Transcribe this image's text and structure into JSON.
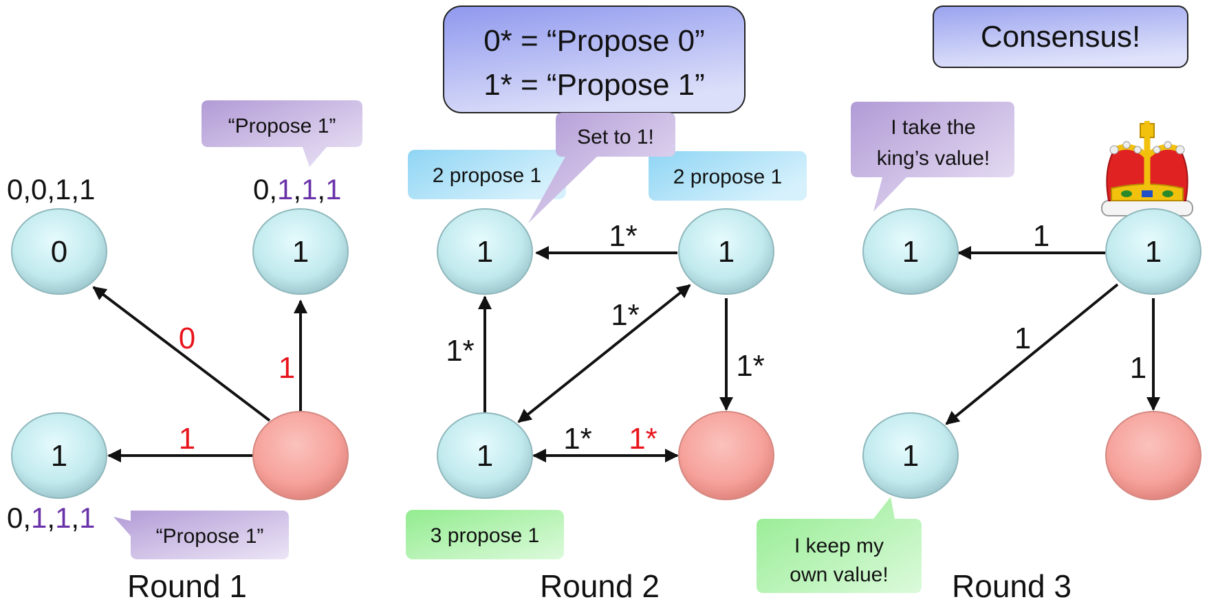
{
  "colors": {
    "honest_node": "#c4ecf0",
    "faulty_node": "#f6a09a",
    "arrow": "#111111",
    "red_label": "#e8141c",
    "purple_value": "#6a32a8",
    "purple_bubble": "#c7b5e1",
    "blue_bubble": "#9fdcf5",
    "green_bubble": "#aaf0a8",
    "legend_box": "#b9bef0"
  },
  "legend": {
    "line1": "0* = “Propose 0”",
    "line2": "1* = “Propose 1”"
  },
  "consensus": "Consensus!",
  "rounds": [
    {
      "title": "Round 1",
      "nodes": [
        "0",
        "1",
        "1",
        ""
      ],
      "sequences": [
        {
          "parts": [
            {
              "t": "0,0,1,1",
              "c": "black"
            }
          ]
        },
        {
          "parts": [
            {
              "t": "0,",
              "c": "black"
            },
            {
              "t": "1",
              "c": "purple"
            },
            {
              "t": ",",
              "c": "black"
            },
            {
              "t": "1",
              "c": "purple"
            },
            {
              "t": ",",
              "c": "black"
            },
            {
              "t": "1",
              "c": "purple"
            }
          ]
        },
        {
          "parts": [
            {
              "t": "0,",
              "c": "black"
            },
            {
              "t": "1",
              "c": "purple"
            },
            {
              "t": ",",
              "c": "black"
            },
            {
              "t": "1",
              "c": "purple"
            },
            {
              "t": ",",
              "c": "black"
            },
            {
              "t": "1",
              "c": "purple"
            }
          ]
        }
      ],
      "edge_labels": [
        "0",
        "1",
        "1"
      ],
      "bubbles": [
        "“Propose 1”",
        "“Propose 1”"
      ]
    },
    {
      "title": "Round 2",
      "nodes": [
        "1",
        "1",
        "1",
        ""
      ],
      "edge_labels": [
        "1*",
        "1*",
        "1*",
        "1*",
        "1*",
        "1*"
      ],
      "bubbles": [
        "Set to 1!",
        "2 propose 1",
        "2 propose 1",
        "3 propose 1"
      ]
    },
    {
      "title": "Round 3",
      "nodes": [
        "1",
        "1",
        "1",
        ""
      ],
      "edge_labels": [
        "1",
        "1",
        "1"
      ],
      "bubbles": [
        "I take the",
        "king’s value!",
        "I keep my",
        "own value!"
      ]
    }
  ]
}
